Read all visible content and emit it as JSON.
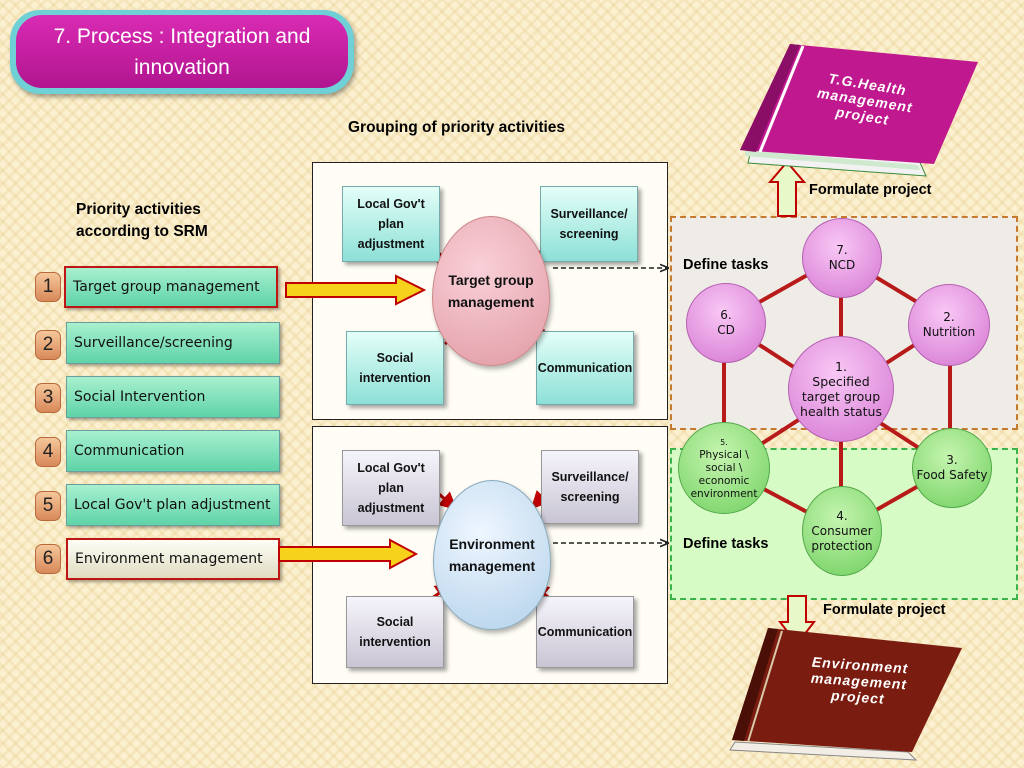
{
  "title": {
    "line1": "7.  Process : Integration and",
    "line2": "innovation"
  },
  "grouping_heading": "Grouping of priority activities",
  "priority_heading": {
    "line1": "Priority activities",
    "line2": "according to SRM"
  },
  "priority_list": [
    {
      "num": "1",
      "label": "Target group management"
    },
    {
      "num": "2",
      "label": "Surveillance/screening"
    },
    {
      "num": "3",
      "label": "Social Intervention"
    },
    {
      "num": "4",
      "label": "Communication"
    },
    {
      "num": "5",
      "label": "Local Gov't plan adjustment"
    },
    {
      "num": "6",
      "label": "Environment management"
    }
  ],
  "target_group": {
    "local_gov": [
      "Local Gov't",
      "plan",
      "adjustment"
    ],
    "surveillance": [
      "Surveillance/",
      "screening"
    ],
    "social": [
      "Social",
      "intervention"
    ],
    "communication": "Communication",
    "center": [
      "Target group",
      "management"
    ]
  },
  "environment": {
    "local_gov": [
      "Local Gov't",
      "plan",
      "adjustment"
    ],
    "surveillance": [
      "Surveillance/",
      "screening"
    ],
    "social": [
      "Social",
      "intervention"
    ],
    "communication": "Communication",
    "center": [
      "Environment",
      "management"
    ]
  },
  "define_tasks_top": "Define tasks",
  "define_tasks_bottom": "Define tasks",
  "formulate_top": "Formulate project",
  "formulate_bottom": "Formulate project",
  "nodes": {
    "n1": [
      "1.",
      "Specified",
      "target group",
      "health status"
    ],
    "n2": [
      "2.",
      "Nutrition"
    ],
    "n3": [
      "3.",
      "Food Safety"
    ],
    "n4": [
      "4.",
      "Consumer",
      "protection"
    ],
    "n5": [
      "5.",
      "Physical \\",
      "social \\",
      "economic",
      "environment"
    ],
    "n6": [
      "6.",
      "CD"
    ],
    "n7": [
      "7.",
      "NCD"
    ]
  },
  "book_top": [
    "T.G.Health",
    "management",
    "project"
  ],
  "book_bottom": [
    "Environment",
    "management",
    "project"
  ],
  "colors": {
    "title_fill": "#c41fa0",
    "book_top": "#c0188e",
    "book_bottom": "#7a1d10",
    "arrow_yellow": "#f7d21a",
    "arrow_red": "#c00000"
  }
}
